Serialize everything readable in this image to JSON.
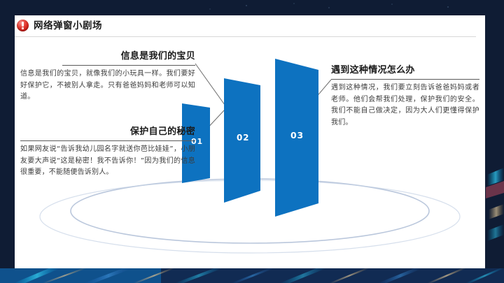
{
  "header": {
    "icon": "alert-circle-icon",
    "title": "网络弹窗小剧场"
  },
  "theme": {
    "panel_blue": "#0d72c0",
    "alert_red": "#d4231c",
    "frame_navy": "#0f1c34",
    "text_dark": "#1a1a1a",
    "body_gray": "#3c3c3c"
  },
  "panels": [
    {
      "number": "01"
    },
    {
      "number": "02"
    },
    {
      "number": "03"
    }
  ],
  "blocks": [
    {
      "id": "block-1",
      "title": "信息是我们的宝贝",
      "body": "信息是我们的宝贝，就像我们的小玩具一样。我们要好好保护它，不被别人拿走。只有爸爸妈妈和老师可以知道。"
    },
    {
      "id": "block-2",
      "title": "保护自己的秘密",
      "body": "如果网友说“告诉我幼儿园名字就送你芭比娃娃”，小朋友要大声说“这是秘密！我不告诉你！”因为我们的信息很重要，不能随便告诉别人。"
    },
    {
      "id": "block-3",
      "title": "遇到这种情况怎么办",
      "body": "遇到这种情况，我们要立刻告诉爸爸妈妈或者老师。他们会帮我们处理，保护我们的安全。我们不能自己做决定，因为大人们更懂得保护我们。"
    }
  ]
}
